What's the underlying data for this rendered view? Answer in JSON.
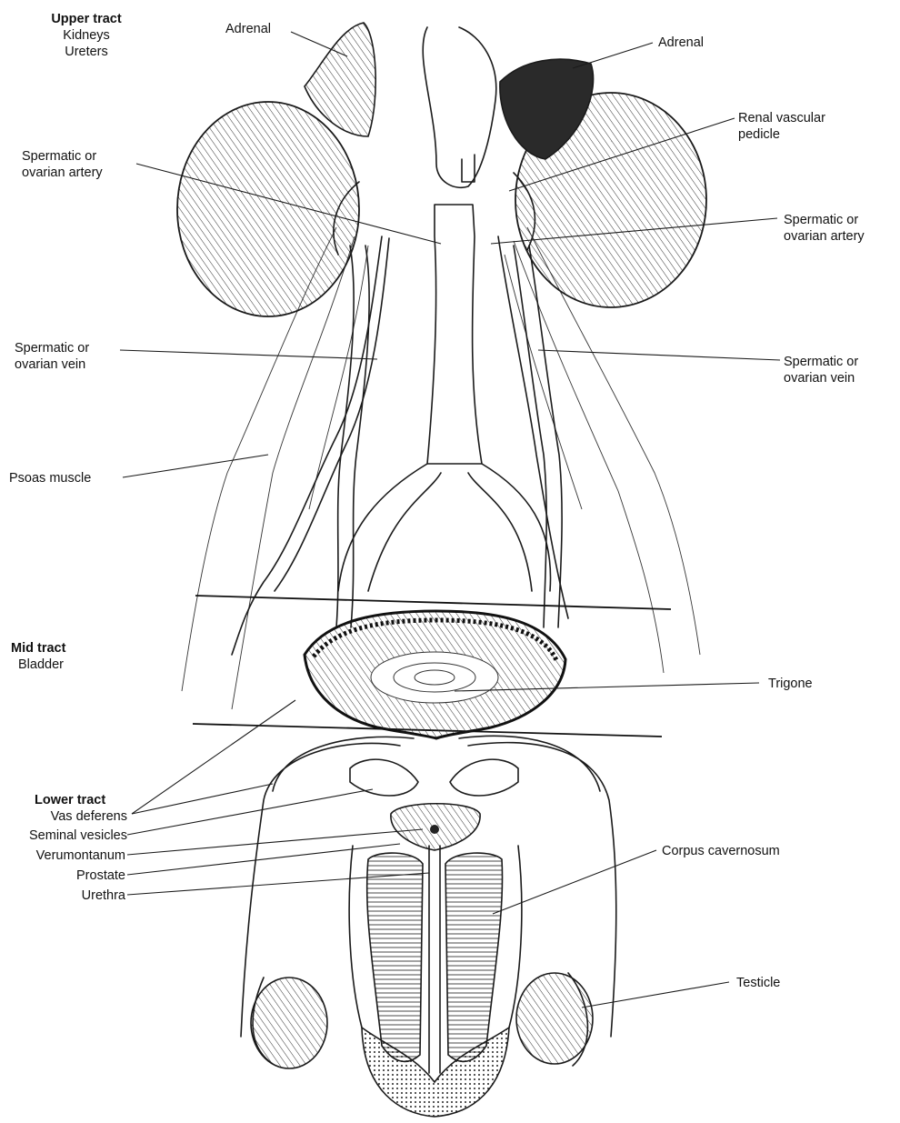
{
  "sections": {
    "upper": {
      "title": "Upper tract",
      "lines": [
        "Kidneys",
        "Ureters"
      ]
    },
    "mid": {
      "title": "Mid tract",
      "lines": [
        "Bladder"
      ]
    },
    "lower": {
      "title": "Lower tract"
    }
  },
  "labels": {
    "adrenal_left": "Adrenal",
    "adrenal_right": "Adrenal",
    "renal_vascular_pedicle": [
      "Renal vascular",
      "pedicle"
    ],
    "spermatic_artery_left": [
      "Spermatic or",
      "ovarian artery"
    ],
    "spermatic_artery_right": [
      "Spermatic or",
      "ovarian artery"
    ],
    "spermatic_vein_left": [
      "Spermatic or",
      "ovarian vein"
    ],
    "spermatic_vein_right": [
      "Spermatic or",
      "ovarian vein"
    ],
    "psoas_muscle": "Psoas muscle",
    "trigone": "Trigone",
    "vas_deferens": "Vas deferens",
    "seminal_vesicles": "Seminal vesicles",
    "verumontanum": "Verumontanum",
    "prostate": "Prostate",
    "urethra": "Urethra",
    "corpus_cavernosum": "Corpus cavernosum",
    "testicle": "Testicle"
  }
}
